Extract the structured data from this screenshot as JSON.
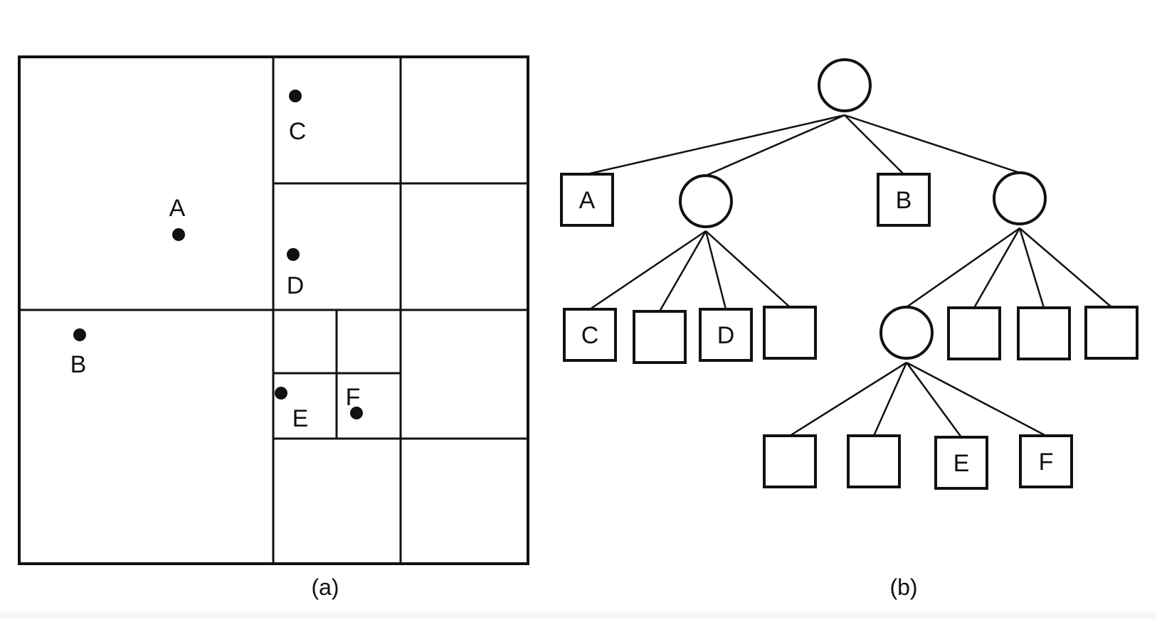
{
  "figure": {
    "panel_a": {
      "caption": "(a)",
      "description": "Quadtree spatial subdivision with points",
      "points": [
        {
          "label": "A",
          "cell": "NW"
        },
        {
          "label": "B",
          "cell": "SW"
        },
        {
          "label": "C",
          "cell": "NE.NW"
        },
        {
          "label": "D",
          "cell": "NE.SW"
        },
        {
          "label": "E",
          "cell": "SE.NW.SW"
        },
        {
          "label": "F",
          "cell": "SE.NW.SE"
        }
      ]
    },
    "panel_b": {
      "caption": "(b)",
      "description": "Corresponding quadtree structure",
      "tree": {
        "type": "internal",
        "children": [
          {
            "type": "leaf",
            "label": "A"
          },
          {
            "type": "internal",
            "children": [
              {
                "type": "leaf",
                "label": "C"
              },
              {
                "type": "leaf",
                "label": ""
              },
              {
                "type": "leaf",
                "label": "D"
              },
              {
                "type": "leaf",
                "label": ""
              }
            ]
          },
          {
            "type": "leaf",
            "label": "B"
          },
          {
            "type": "internal",
            "children": [
              {
                "type": "internal",
                "children": [
                  {
                    "type": "leaf",
                    "label": ""
                  },
                  {
                    "type": "leaf",
                    "label": ""
                  },
                  {
                    "type": "leaf",
                    "label": "E"
                  },
                  {
                    "type": "leaf",
                    "label": "F"
                  }
                ]
              },
              {
                "type": "leaf",
                "label": ""
              },
              {
                "type": "leaf",
                "label": ""
              },
              {
                "type": "leaf",
                "label": ""
              }
            ]
          }
        ]
      }
    },
    "colors": {
      "ink": "#111111",
      "background": "#ffffff"
    }
  }
}
